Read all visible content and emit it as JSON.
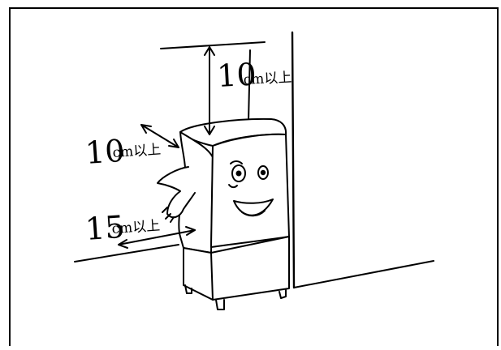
{
  "labels": {
    "top_clearance": {
      "value": "10",
      "unit": "cm以上"
    },
    "back_clearance": {
      "value": "10",
      "unit": "cm以上"
    },
    "side_clearance": {
      "value": "15",
      "unit": "cm以上"
    }
  }
}
